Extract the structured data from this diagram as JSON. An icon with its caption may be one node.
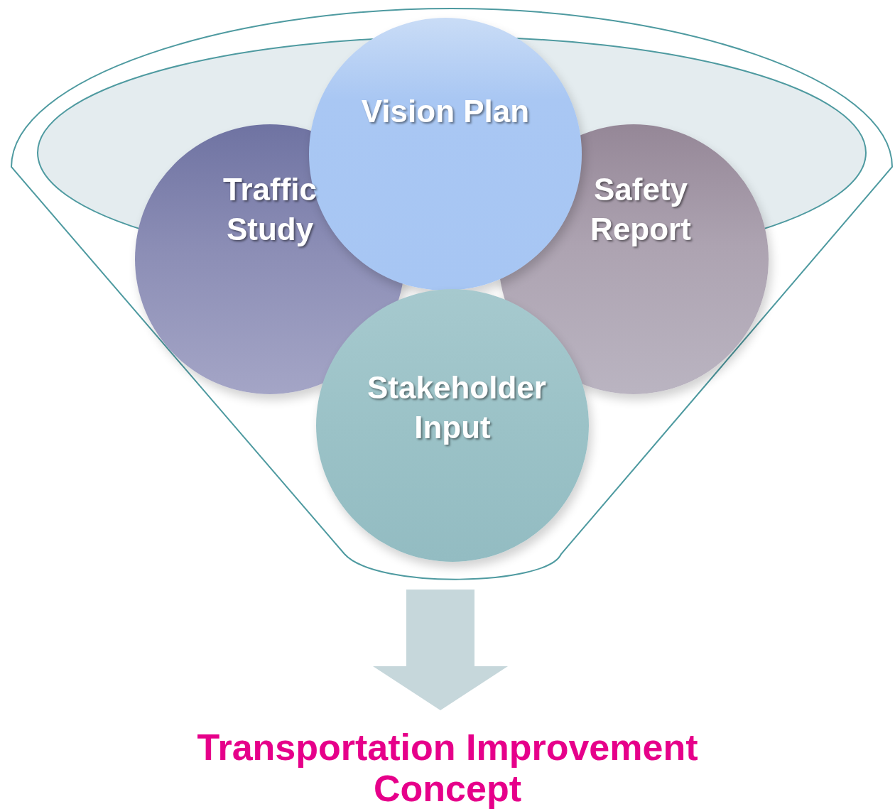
{
  "diagram": {
    "nodes": [
      {
        "text": [],
        "shape": "funnel"
      },
      {
        "text": [
          "Traffic Study"
        ],
        "in": 0
      },
      {
        "text": [
          "Safety Report"
        ],
        "in": 0
      },
      {
        "text": [
          "Vision Plan"
        ],
        "in": 0
      },
      {
        "text": [
          "Stakeholder Input"
        ],
        "in": 0
      },
      {
        "text": [
          "Transportation Improvement Concept"
        ]
      }
    ],
    "edges": [
      {
        "from": 0,
        "to": 5,
        "arrow": "to"
      }
    ]
  }
}
